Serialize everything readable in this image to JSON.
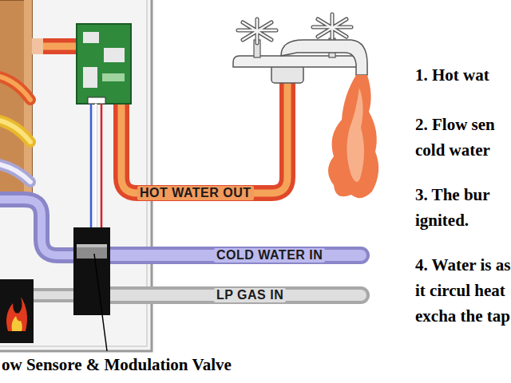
{
  "diagram": {
    "labels": [
      "HOT WATER OUT",
      "COLD WATER IN",
      "LP GAS IN",
      "ow Sensore & Modulation Valve",
      "1. Hot wat",
      "2. Flow sen cold water",
      "3. The bur ignited.",
      "4. Water is as it circul heat excha the tap"
    ]
  }
}
